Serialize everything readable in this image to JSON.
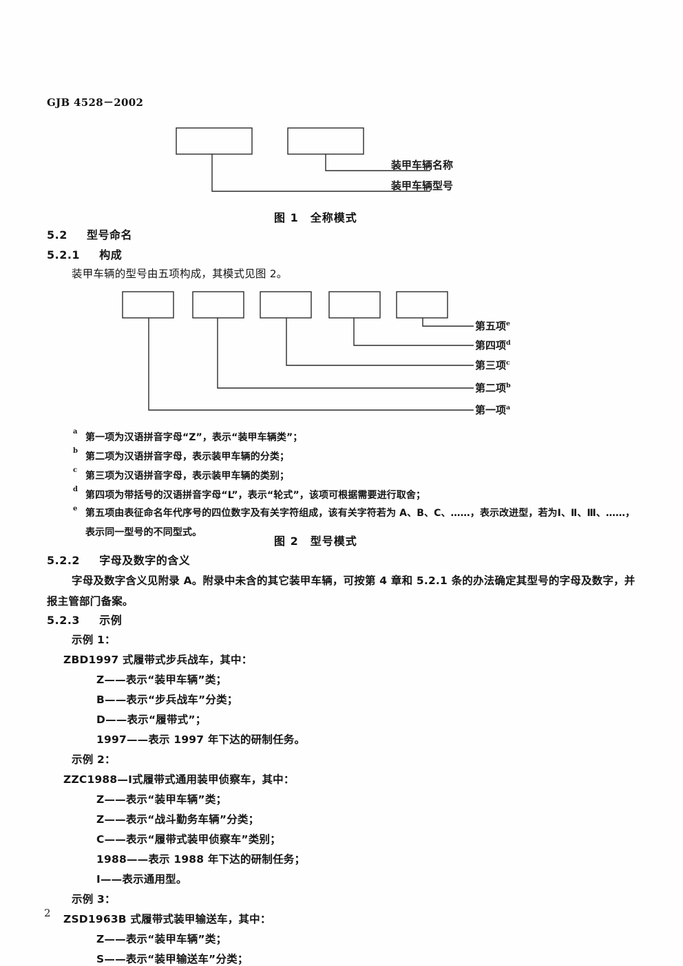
{
  "document": {
    "header": "GJB 4528－2002",
    "page_number": "2"
  },
  "figure1": {
    "caption": "图 1　全称模式",
    "labels": [
      "装甲车辆名称",
      "装甲车辆型号"
    ],
    "boxes": 2
  },
  "section_5_2": {
    "number": "5.2",
    "title": "型号命名"
  },
  "section_5_2_1": {
    "number": "5.2.1",
    "title": "构成",
    "paragraph": "装甲车辆的型号由五项构成，其模式见图 2。"
  },
  "figure2": {
    "caption": "图 2　型号模式",
    "boxes": 5,
    "labels": [
      {
        "text": "第五项",
        "mark": "e"
      },
      {
        "text": "第四项",
        "mark": "d"
      },
      {
        "text": "第三项",
        "mark": "c"
      },
      {
        "text": "第二项",
        "mark": "b"
      },
      {
        "text": "第一项",
        "mark": "a"
      }
    ],
    "footnotes": [
      {
        "mark": "a",
        "text": "第一项为汉语拼音字母“Z”，表示“装甲车辆类”；"
      },
      {
        "mark": "b",
        "text": "第二项为汉语拼音字母，表示装甲车辆的分类；"
      },
      {
        "mark": "c",
        "text": "第三项为汉语拼音字母，表示装甲车辆的类别；"
      },
      {
        "mark": "d",
        "text": "第四项为带括号的汉语拼音字母“L”，表示“轮式”，该项可根据需要进行取舍；"
      },
      {
        "mark": "e",
        "text": "第五项由表征命名年代序号的四位数字及有关字符组成，该有关字符若为 A、B、C、……，表示改进型，若为Ⅰ、Ⅱ、Ⅲ、……，表示同一型号的不同型式。"
      }
    ]
  },
  "section_5_2_2": {
    "number": "5.2.2",
    "title": "字母及数字的含义",
    "paragraph": "字母及数字含义见附录 A。附录中未含的其它装甲车辆，可按第 4 章和 5.2.1 条的办法确定其型号的字母及数字，并报主管部门备案。"
  },
  "section_5_2_3": {
    "number": "5.2.3",
    "title": "示例",
    "examples": [
      {
        "heading": "示例 1：",
        "title": "ZBD1997 式履带式步兵战车，其中：",
        "items": [
          "Z——表示“装甲车辆”类；",
          "B——表示“步兵战车”分类；",
          "D——表示“履带式”；",
          "1997——表示 1997 年下达的研制任务。"
        ]
      },
      {
        "heading": "示例 2：",
        "title": "ZZC1988—Ⅰ式履带式通用装甲侦察车，其中：",
        "items": [
          "Z——表示“装甲车辆”类；",
          "Z——表示“战斗勤务车辆”分类；",
          "C——表示“履带式装甲侦察车”类别；",
          "1988——表示 1988 年下达的研制任务；",
          "Ⅰ——表示通用型。"
        ]
      },
      {
        "heading": "示例 3：",
        "title": "ZSD1963B 式履带式装甲输送车，其中：",
        "items": [
          "Z——表示“装甲车辆”类；",
          "S——表示“装甲输送车”分类；"
        ]
      }
    ]
  },
  "colors": {
    "ink": "#151515",
    "line": "#2a2a2a",
    "paper": "#fefefe"
  }
}
